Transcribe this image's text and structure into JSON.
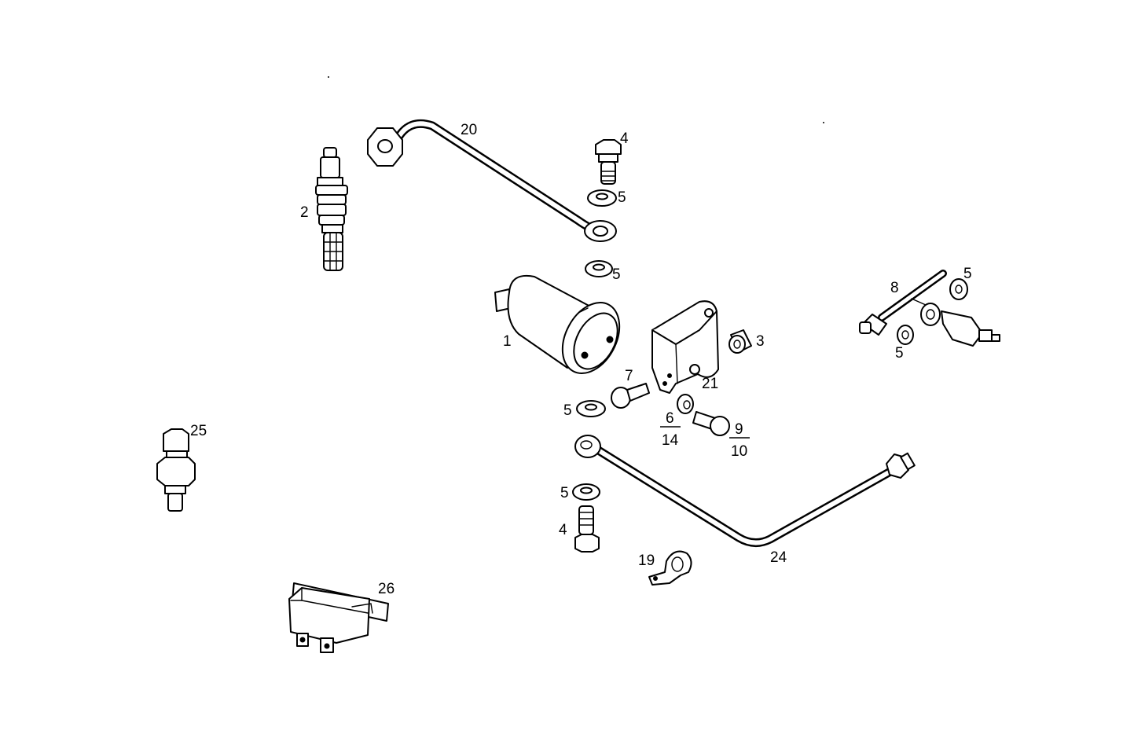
{
  "labels": {
    "l1": "1",
    "l2": "2",
    "l3": "3",
    "l4_top": "4",
    "l4_bottom": "4",
    "l5_top_a": "5",
    "l5_top_b": "5",
    "l5_right_a": "5",
    "l5_right_b": "5",
    "l5_mid": "5",
    "l5_bottom": "5",
    "l6": "6",
    "l7": "7",
    "l8": "8",
    "l9": "9",
    "l10": "10",
    "l14": "14",
    "l19": "19",
    "l20": "20",
    "l21": "21",
    "l24": "24",
    "l25": "25",
    "l26": "26"
  }
}
